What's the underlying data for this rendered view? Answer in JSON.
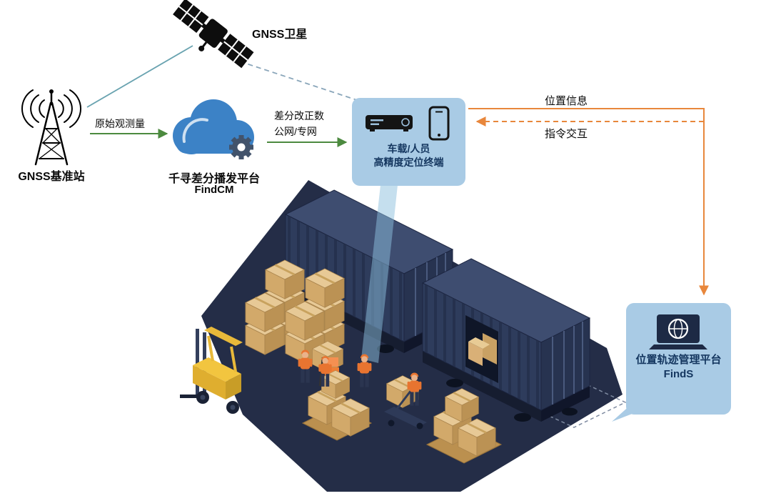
{
  "diagram": {
    "satellite": {
      "label": "GNSS卫星"
    },
    "base_station": {
      "label": "GNSS基准站"
    },
    "cloud_platform": {
      "name": "千寻差分播发平台",
      "product": "FindCM"
    },
    "flows": {
      "raw_observation": "原始观测量",
      "correction_line1": "差分改正数",
      "correction_line2": "公网/专网",
      "position_info": "位置信息",
      "command_interaction": "指令交互"
    },
    "terminal": {
      "line1": "车载/人员",
      "line2": "高精度定位终端"
    },
    "management_platform": {
      "name": "位置轨迹管理平台",
      "product": "FindS"
    }
  },
  "icons": [
    "gnss-satellite-icon",
    "base-station-icon",
    "cloud-icon",
    "gear-icon",
    "vehicle-terminal-icon",
    "smartphone-icon",
    "laptop-globe-icon",
    "warehouse-scene-illustration"
  ],
  "colors": {
    "callout_blue": "#a9cbe5",
    "text_navy": "#14365f",
    "arrow_green": "#4c8a3f",
    "arrow_orange": "#e8873c",
    "cloud_blue": "#3c82c6",
    "scene_navy": "#242d47",
    "carton_tan": "#d2a96a",
    "forklift_yellow": "#f0c13f"
  }
}
